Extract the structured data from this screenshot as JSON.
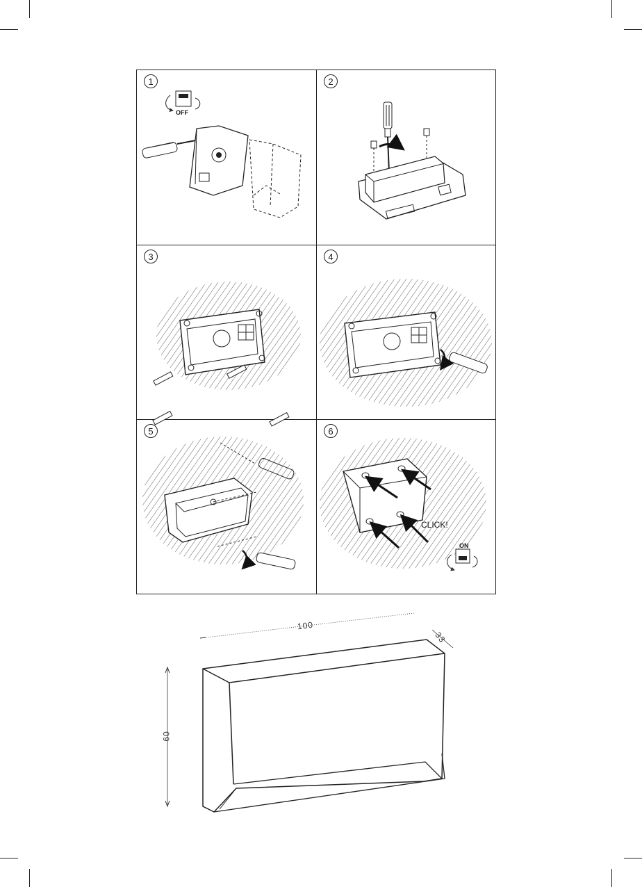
{
  "steps": [
    {
      "number": "1",
      "badge": "OFF"
    },
    {
      "number": "2"
    },
    {
      "number": "3"
    },
    {
      "number": "4"
    },
    {
      "number": "5"
    },
    {
      "number": "6",
      "badge": "ON",
      "note": "CLICK!"
    }
  ],
  "dimensions": {
    "width": "100",
    "depth": "33",
    "height": "60"
  }
}
